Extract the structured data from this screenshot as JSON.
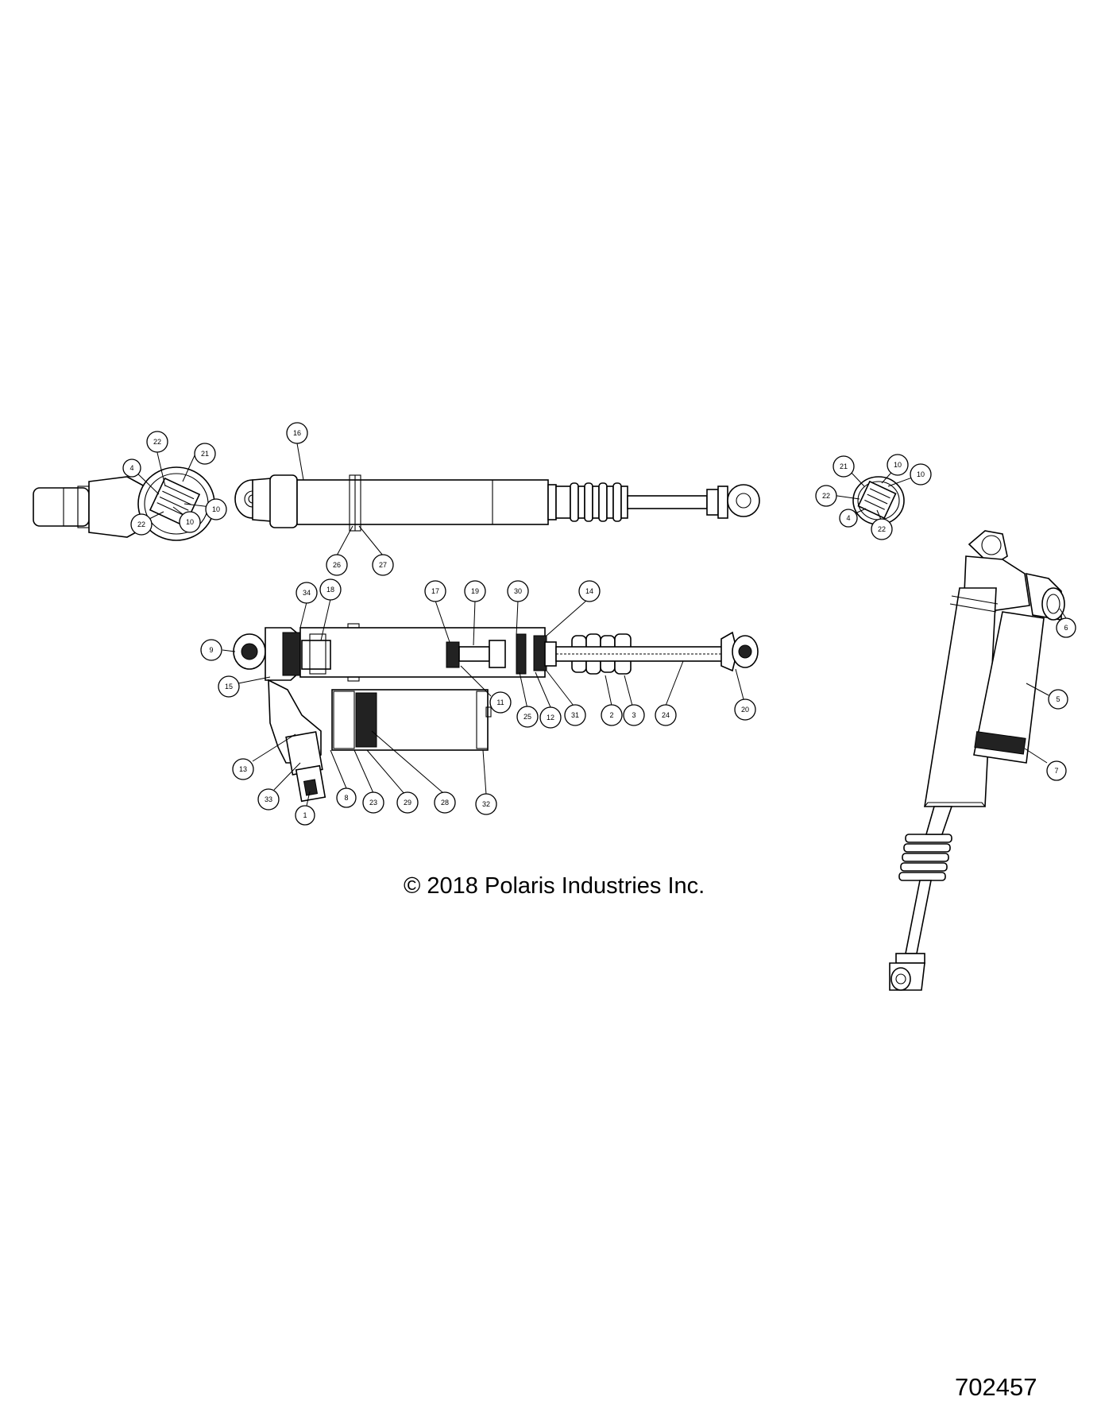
{
  "callouts": [
    "1",
    "2",
    "3",
    "4",
    "5",
    "6",
    "7",
    "8",
    "9",
    "10",
    "11",
    "12",
    "13",
    "14",
    "15",
    "16",
    "17",
    "18",
    "19",
    "20",
    "21",
    "22",
    "23",
    "24",
    "25",
    "26",
    "27",
    "28",
    "29",
    "30",
    "31",
    "32",
    "33",
    "34"
  ],
  "copyright": "© 2018 Polaris Industries Inc.",
  "figure_number": "702457"
}
